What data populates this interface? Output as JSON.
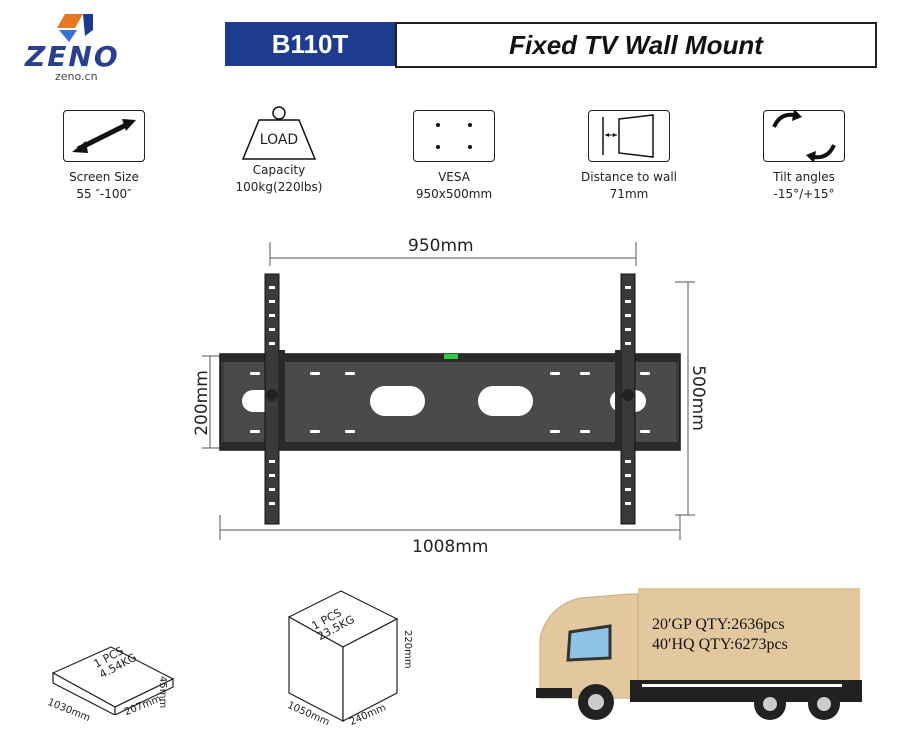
{
  "brand": {
    "logo_text": "ZENO",
    "website": "zeno.cn"
  },
  "header": {
    "model": "B110T",
    "title": "Fixed TV Wall Mount"
  },
  "specs": [
    {
      "label": "Screen Size",
      "value": "55 ″-100″",
      "icon": "arrow-diagonal-icon"
    },
    {
      "label": "Capacity",
      "value": "100kg(220lbs)",
      "icon": "load-weight-icon",
      "icon_text": "LOAD"
    },
    {
      "label": "VESA",
      "value": "950x500mm",
      "icon": "vesa-holes-icon"
    },
    {
      "label": "Distance to wall",
      "value": "71mm",
      "icon": "wall-distance-icon"
    },
    {
      "label": "Tilt angles",
      "value": "-15°/+15°",
      "icon": "tilt-arrows-icon"
    }
  ],
  "dimensions": {
    "top": "950mm",
    "bottom": "1008mm",
    "left": "200mm",
    "right": "500mm"
  },
  "packages": [
    {
      "qty": "1 PCS",
      "weight": "4.54KG",
      "length": "1030mm",
      "width": "207mm",
      "height": "45mm"
    },
    {
      "qty": "1 PCS",
      "weight": "23.5KG",
      "length": "1050mm",
      "width": "240mm",
      "height": "220mm"
    }
  ],
  "shipping": {
    "gp20": "20′GP QTY:2636pcs",
    "hq40": "40′HQ QTY:6273pcs"
  },
  "colors": {
    "brand_blue": "#1d3c8f",
    "truck_tan": "#e3c79f",
    "level_green": "#2ecc40"
  }
}
